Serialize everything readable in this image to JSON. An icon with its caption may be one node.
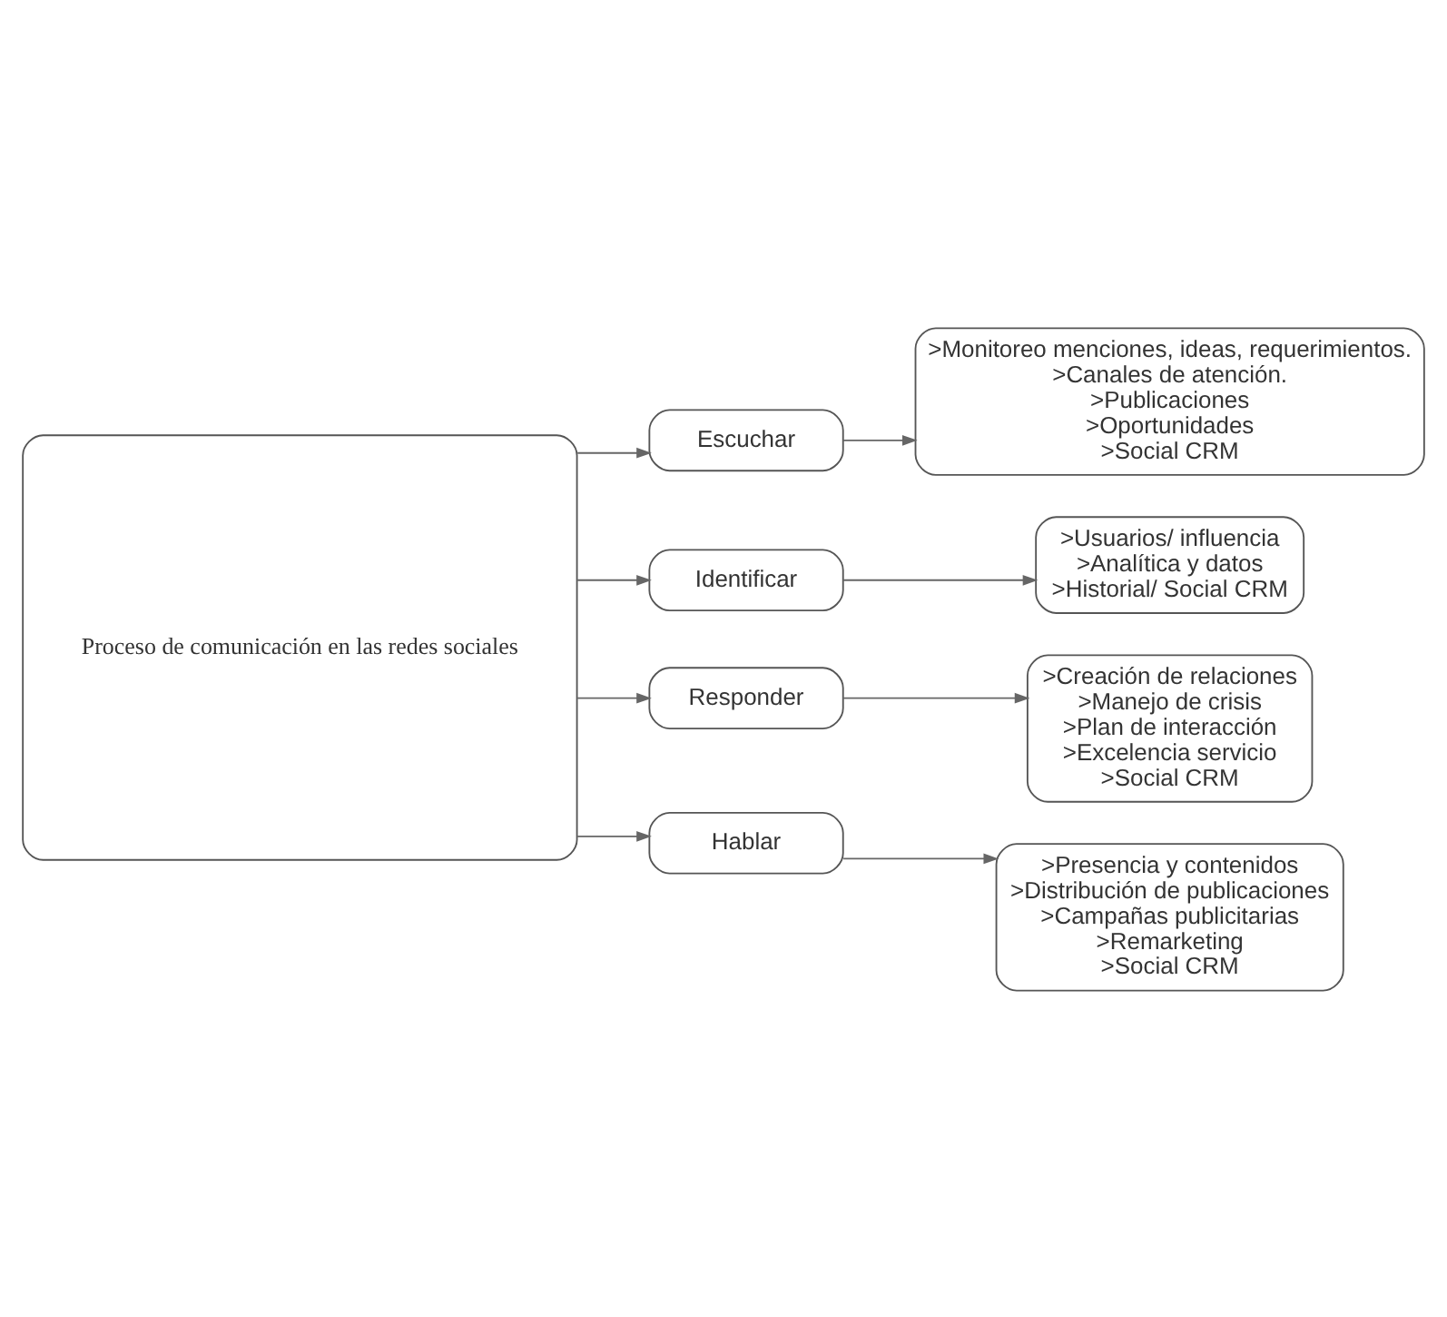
{
  "diagram": {
    "nodes": [
      {
        "text": [
          "Proceso de comunicación en las redes sociales"
        ]
      },
      {
        "text": [
          "Escuchar"
        ]
      },
      {
        "text": [
          ">Monitoreo menciones, ideas, requerimientos.",
          ">Canales de atención.",
          ">Publicaciones",
          ">Oportunidades",
          ">Social CRM"
        ]
      },
      {
        "text": [
          "Identificar"
        ]
      },
      {
        "text": [
          ">Usuarios/ influencia",
          ">Analítica y datos",
          ">Historial/ Social CRM"
        ]
      },
      {
        "text": [
          "Responder"
        ]
      },
      {
        "text": [
          ">Creación de relaciones",
          ">Manejo de crisis",
          ">Plan de interacción",
          ">Excelencia servicio",
          ">Social CRM"
        ]
      },
      {
        "text": [
          "Hablar"
        ]
      },
      {
        "text": [
          ">Presencia y contenidos",
          ">Distribución de publicaciones",
          ">Campañas publicitarias",
          ">Remarketing",
          ">Social CRM"
        ]
      }
    ],
    "edges": [
      {
        "from": 0,
        "to": 1,
        "arrow": "to"
      },
      {
        "from": 0,
        "to": 3,
        "arrow": "to"
      },
      {
        "from": 0,
        "to": 5,
        "arrow": "to"
      },
      {
        "from": 0,
        "to": 7,
        "arrow": "to"
      },
      {
        "from": 1,
        "to": 2,
        "arrow": "to"
      },
      {
        "from": 3,
        "to": 4,
        "arrow": "to"
      },
      {
        "from": 5,
        "to": 6,
        "arrow": "to"
      },
      {
        "from": 7,
        "to": 8,
        "arrow": "to"
      }
    ]
  }
}
